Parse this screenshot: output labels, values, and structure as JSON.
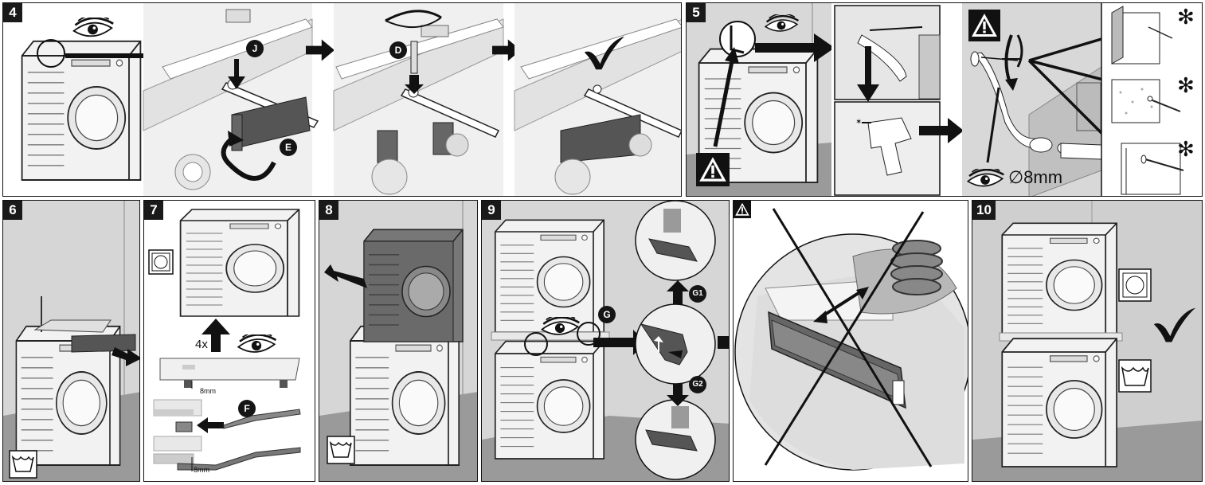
{
  "steps": {
    "s4": {
      "num": "4",
      "callout_j": "J",
      "callout_e": "E",
      "callout_d": "D"
    },
    "s5": {
      "num": "5",
      "diameter_label": "∅8mm",
      "wall_markers": [
        "✻",
        "✻",
        "✻"
      ]
    },
    "s6": {
      "num": "6"
    },
    "s7": {
      "num": "7",
      "quantity_label": "4x",
      "foot_height_top": "8mm",
      "foot_height_bottom": "8mm",
      "callout_f": "F"
    },
    "s8": {
      "num": "8"
    },
    "s9": {
      "num": "9",
      "callout_g": "G",
      "callout_g1": "G1",
      "callout_g2": "G2"
    },
    "s10": {
      "num": "10"
    }
  },
  "icons": [
    "eye-icon",
    "warning-icon",
    "checkmark-icon",
    "dryer-symbol-icon",
    "washer-symbol-icon",
    "drill-icon",
    "cross-out-icon"
  ],
  "colors": {
    "line": "#111111",
    "floor": "#9a9a9a",
    "wall": "#d4d4d4",
    "appliance": "#f2f2f2",
    "dark_part": "#4a4a4a"
  }
}
